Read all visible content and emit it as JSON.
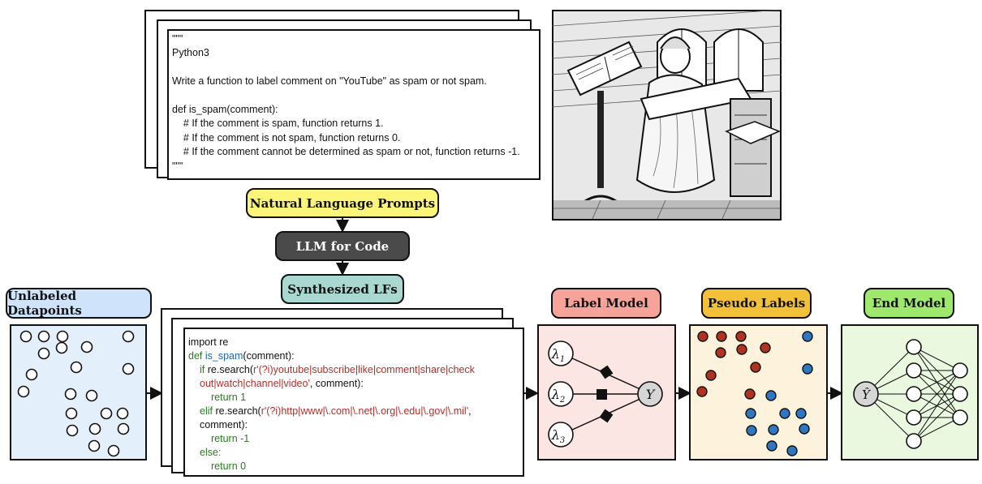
{
  "prompt": {
    "lines": [
      "\"\"\"",
      "Python3",
      "",
      "Write a function to label comment on \"YouTube\" as spam or not spam.",
      "",
      "def is_spam(comment):",
      "    # If the comment is spam, function returns 1.",
      "    # If the comment is not spam, function returns 0.",
      "    # If the comment cannot be determined as spam or not, function returns -1.",
      "\"\"\""
    ]
  },
  "labels": {
    "nl_prompts": "Natural Language Prompts",
    "llm": "LLM for Code",
    "synth_lfs": "Synthesized LFs",
    "unlabeled": "Unlabeled Datapoints",
    "label_model": "Label Model",
    "pseudo": "Pseudo Labels",
    "end_model": "End Model"
  },
  "code": {
    "l1": "import re",
    "l2_kw": "def ",
    "l2_fn": "is_spam",
    "l2_rest": "(comment):",
    "l3_kw": "if ",
    "l3_a": "re.search(",
    "l3_str": "r'(?i)youtube|subscribe|like|comment|share|check out|watch|channel|video'",
    "l3_b": ", comment):",
    "l4_kw": "return 1",
    "l5_kw": "elif ",
    "l5_a": "re.search(",
    "l5_str": "r'(?i)http|www|\\.com|\\.net|\\.org|\\.edu|\\.gov|\\.mil'",
    "l5_b": ", comment):",
    "l6_kw": "return -1",
    "l7_kw": "else:",
    "l8_kw": "return 0"
  },
  "label_model": {
    "lambda1": "λ",
    "lambda1_sub": "1",
    "lambda2": "λ",
    "lambda2_sub": "2",
    "lambda3": "λ",
    "lambda3_sub": "3",
    "y": "Y"
  },
  "end_model": {
    "y_hat": "Ŷ"
  },
  "colors": {
    "nl_prompts": "#fbf57a",
    "llm": "#4a4a4a",
    "synth_lfs": "#a8d8d0",
    "unlabeled": "#cfe4fb",
    "unlabeled_panel": "#e3f0fc",
    "label_model": "#f6a39a",
    "label_model_panel": "#fbe6e4",
    "pseudo": "#f3c03a",
    "pseudo_panel": "#fdf3dc",
    "end_model": "#9ee86e",
    "end_model_panel": "#e9f8df",
    "red_point": "#b0331f",
    "blue_point": "#2e78c2"
  }
}
